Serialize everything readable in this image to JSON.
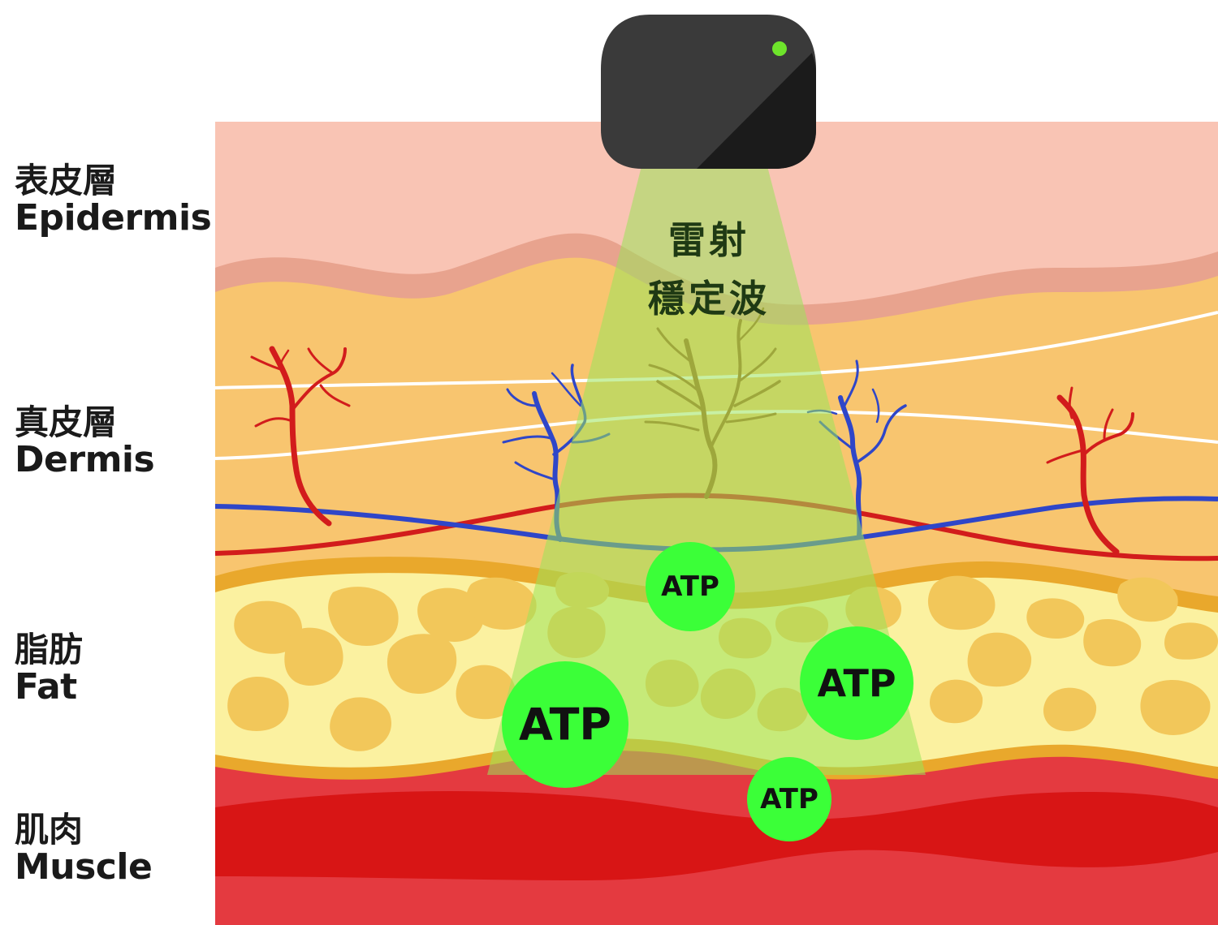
{
  "layers": [
    {
      "zh": "表皮層",
      "en": "Epidermis"
    },
    {
      "zh": "真皮層",
      "en": "Dermis"
    },
    {
      "zh": "脂肪",
      "en": "Fat"
    },
    {
      "zh": "肌肉",
      "en": "Muscle"
    }
  ],
  "beam_label": {
    "line1": "雷射",
    "line2": "穩定波"
  },
  "atp_label": "ATP",
  "colors": {
    "epidermis": "#f9c4b4",
    "epidermis_edge": "#e8a38e",
    "dermis": "#f8c56f",
    "fat": "#fbf1a0",
    "fat_cell": "#f2c75a",
    "fat_edge": "#e9a82c",
    "muscle_light": "#e43a40",
    "muscle_dark": "#d81515",
    "artery": "#d21c1c",
    "vein": "#2f46c8",
    "nerve": "#a25e1a",
    "beam": "#9be35a",
    "atp": "#3bff38",
    "device": "#3a3a3a",
    "device_indicator": "#6ee42b"
  }
}
